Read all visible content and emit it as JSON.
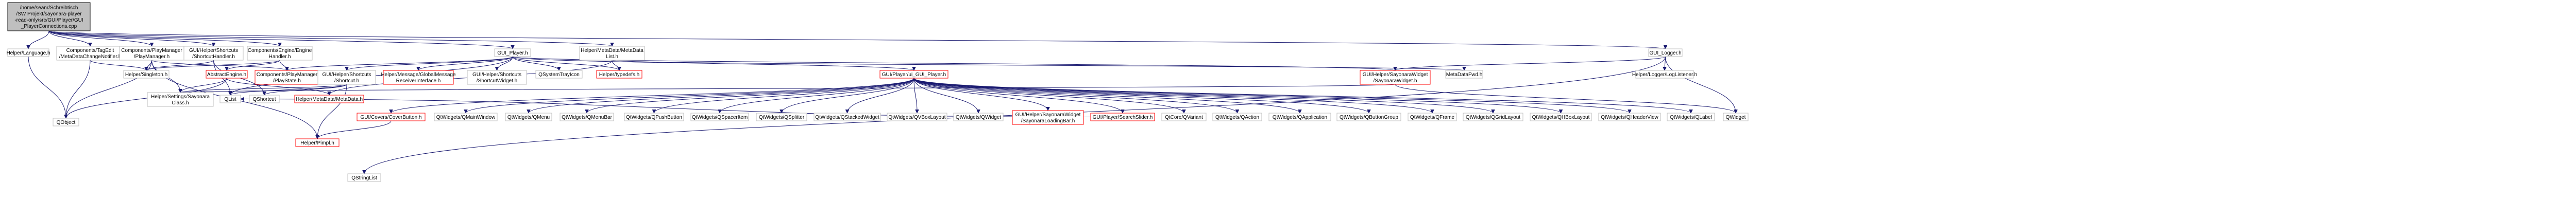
{
  "colors": {
    "edge": "#191970",
    "node_border": "#bfbfbf",
    "external_border": "#ff0000",
    "root_fill": "#bfbfbf"
  },
  "nodes": [
    {
      "id": "root",
      "lines": [
        "/home/seanr/Schreibtisch",
        "/SW Projekt/sayonara-player",
        "-read-only/src/GUI/Player/GUI",
        "_PlayerConnections.cpp"
      ],
      "kind": "root"
    },
    {
      "id": "language",
      "lines": [
        "Helper/Language.h"
      ]
    },
    {
      "id": "tagedit",
      "lines": [
        "Components/TagEdit",
        "/MetaDataChangeNotifier.h"
      ]
    },
    {
      "id": "playmanager",
      "lines": [
        "Components/PlayManager",
        "/PlayManager.h"
      ]
    },
    {
      "id": "shortcuthandler",
      "lines": [
        "GUI/Helper/Shortcuts",
        "/ShortcutHandler.h"
      ]
    },
    {
      "id": "enginehandler",
      "lines": [
        "Components/Engine/Engine",
        "Handler.h"
      ]
    },
    {
      "id": "guiplayer",
      "lines": [
        "GUI_Player.h"
      ]
    },
    {
      "id": "metadatalist",
      "lines": [
        "Helper/MetaData/MetaData",
        "List.h"
      ]
    },
    {
      "id": "guilogger",
      "lines": [
        "GUI_Logger.h"
      ]
    },
    {
      "id": "qobject",
      "lines": [
        "QObject"
      ]
    },
    {
      "id": "singleton",
      "lines": [
        "Helper/Singleton.h"
      ]
    },
    {
      "id": "abstractengine",
      "lines": [
        "AbstractEngine.h"
      ],
      "kind": "red"
    },
    {
      "id": "playstate",
      "lines": [
        "Components/PlayManager",
        "/PlayState.h"
      ],
      "kind": "red"
    },
    {
      "id": "shortcut",
      "lines": [
        "GUI/Helper/Shortcuts",
        "/Shortcut.h"
      ]
    },
    {
      "id": "messagereceiver",
      "lines": [
        "Helper/Message/GlobalMessage",
        "ReceiverInterface.h"
      ],
      "kind": "red"
    },
    {
      "id": "shortcutwidget",
      "lines": [
        "GUI/Helper/Shortcuts",
        "/ShortcutWidget.h"
      ]
    },
    {
      "id": "qsystemtrayicon",
      "lines": [
        "QSystemTrayIcon"
      ]
    },
    {
      "id": "helpertypedefs",
      "lines": [
        "Helper/typedefs.h"
      ],
      "kind": "red"
    },
    {
      "id": "uiplayer",
      "lines": [
        "GUI/Player/ui_GUI_Player.h"
      ],
      "kind": "red"
    },
    {
      "id": "sayonarawidget",
      "lines": [
        "GUI/Helper/SayonaraWidget",
        "/SayonaraWidget.h"
      ],
      "kind": "red"
    },
    {
      "id": "metadatafwd",
      "lines": [
        "MetaDataFwd.h"
      ]
    },
    {
      "id": "loglistener",
      "lines": [
        "Helper/Logger/LogListener.h"
      ]
    },
    {
      "id": "settings",
      "lines": [
        "Helper/Settings/Sayonara",
        "Class.h"
      ]
    },
    {
      "id": "qlist",
      "lines": [
        "QList"
      ]
    },
    {
      "id": "qshortcut",
      "lines": [
        "QShortcut"
      ]
    },
    {
      "id": "metadata",
      "lines": [
        "Helper/MetaData/MetaData.h"
      ],
      "kind": "red"
    },
    {
      "id": "coverbutton",
      "lines": [
        "GUI/Covers/CoverButton.h"
      ],
      "kind": "red"
    },
    {
      "id": "qmainwindow",
      "lines": [
        "QtWidgets/QMainWindow"
      ]
    },
    {
      "id": "qmenu",
      "lines": [
        "QtWidgets/QMenu"
      ]
    },
    {
      "id": "qmenubar",
      "lines": [
        "QtWidgets/QMenuBar"
      ]
    },
    {
      "id": "qpushbutton",
      "lines": [
        "QtWidgets/QPushButton"
      ]
    },
    {
      "id": "qspaceritem",
      "lines": [
        "QtWidgets/QSpacerItem"
      ]
    },
    {
      "id": "qsplitter",
      "lines": [
        "QtWidgets/QSplitter"
      ]
    },
    {
      "id": "qstackedwidget",
      "lines": [
        "QtWidgets/QStackedWidget"
      ]
    },
    {
      "id": "qvboxlayout",
      "lines": [
        "QtWidgets/QVBoxLayout"
      ]
    },
    {
      "id": "qwidget_w",
      "lines": [
        "QtWidgets/QWidget"
      ]
    },
    {
      "id": "loadingbar",
      "lines": [
        "GUI/Helper/SayonaraWidget",
        "/SayonaraLoadingBar.h"
      ],
      "kind": "red"
    },
    {
      "id": "searchslider",
      "lines": [
        "GUI/Player/SearchSlider.h"
      ],
      "kind": "red"
    },
    {
      "id": "qvariant",
      "lines": [
        "QtCore/QVariant"
      ]
    },
    {
      "id": "qaction",
      "lines": [
        "QtWidgets/QAction"
      ]
    },
    {
      "id": "qapplication",
      "lines": [
        "QtWidgets/QApplication"
      ]
    },
    {
      "id": "qbuttongroup",
      "lines": [
        "QtWidgets/QButtonGroup"
      ]
    },
    {
      "id": "qframe",
      "lines": [
        "QtWidgets/QFrame"
      ]
    },
    {
      "id": "qgridlayout",
      "lines": [
        "QtWidgets/QGridLayout"
      ]
    },
    {
      "id": "qhboxlayout",
      "lines": [
        "QtWidgets/QHBoxLayout"
      ]
    },
    {
      "id": "qheaderview",
      "lines": [
        "QtWidgets/QHeaderView"
      ]
    },
    {
      "id": "qlabel",
      "lines": [
        "QtWidgets/QLabel"
      ]
    },
    {
      "id": "qwidget",
      "lines": [
        "QWidget"
      ]
    },
    {
      "id": "helperpimpl",
      "lines": [
        "Helper/Pimpl.h"
      ],
      "kind": "red"
    },
    {
      "id": "qstringlist",
      "lines": [
        "QStringList"
      ]
    }
  ],
  "edges": [
    [
      "root",
      "language"
    ],
    [
      "root",
      "tagedit"
    ],
    [
      "root",
      "playmanager"
    ],
    [
      "root",
      "shortcuthandler"
    ],
    [
      "root",
      "enginehandler"
    ],
    [
      "root",
      "guiplayer"
    ],
    [
      "root",
      "metadatalist"
    ],
    [
      "root",
      "guilogger"
    ],
    [
      "language",
      "qobject"
    ],
    [
      "tagedit",
      "qobject"
    ],
    [
      "tagedit",
      "singleton"
    ],
    [
      "playmanager",
      "qobject"
    ],
    [
      "playmanager",
      "singleton"
    ],
    [
      "playmanager",
      "playstate"
    ],
    [
      "playmanager",
      "settings"
    ],
    [
      "playmanager",
      "helperpimpl"
    ],
    [
      "shortcuthandler",
      "singleton"
    ],
    [
      "shortcuthandler",
      "qlist"
    ],
    [
      "shortcuthandler",
      "qshortcut"
    ],
    [
      "enginehandler",
      "singleton"
    ],
    [
      "enginehandler",
      "abstractengine"
    ],
    [
      "enginehandler",
      "playstate"
    ],
    [
      "abstractengine",
      "qobject"
    ],
    [
      "abstractengine",
      "settings"
    ],
    [
      "abstractengine",
      "metadata"
    ],
    [
      "shortcut",
      "qlist"
    ],
    [
      "shortcut",
      "qshortcut"
    ],
    [
      "shortcut",
      "settings"
    ],
    [
      "shortcut",
      "helperpimpl"
    ],
    [
      "guiplayer",
      "shortcut"
    ],
    [
      "guiplayer",
      "messagereceiver"
    ],
    [
      "guiplayer",
      "shortcutwidget"
    ],
    [
      "guiplayer",
      "qsystemtrayicon"
    ],
    [
      "guiplayer",
      "helpertypedefs"
    ],
    [
      "guiplayer",
      "uiplayer"
    ],
    [
      "guiplayer",
      "sayonarawidget"
    ],
    [
      "guiplayer",
      "playstate"
    ],
    [
      "guiplayer",
      "qlist"
    ],
    [
      "metadatalist",
      "metadata"
    ],
    [
      "metadatalist",
      "metadatafwd"
    ],
    [
      "metadatalist",
      "helpertypedefs"
    ],
    [
      "guilogger",
      "loglistener"
    ],
    [
      "guilogger",
      "sayonarawidget"
    ],
    [
      "guilogger",
      "qstringlist"
    ],
    [
      "guilogger",
      "qwidget"
    ],
    [
      "uiplayer",
      "coverbutton"
    ],
    [
      "uiplayer",
      "qmainwindow"
    ],
    [
      "uiplayer",
      "qmenu"
    ],
    [
      "uiplayer",
      "qmenubar"
    ],
    [
      "uiplayer",
      "qpushbutton"
    ],
    [
      "uiplayer",
      "qspaceritem"
    ],
    [
      "uiplayer",
      "qsplitter"
    ],
    [
      "uiplayer",
      "qstackedwidget"
    ],
    [
      "uiplayer",
      "qvboxlayout"
    ],
    [
      "uiplayer",
      "qwidget_w"
    ],
    [
      "uiplayer",
      "loadingbar"
    ],
    [
      "uiplayer",
      "searchslider"
    ],
    [
      "uiplayer",
      "qvariant"
    ],
    [
      "uiplayer",
      "qaction"
    ],
    [
      "uiplayer",
      "qapplication"
    ],
    [
      "uiplayer",
      "qbuttongroup"
    ],
    [
      "uiplayer",
      "qframe"
    ],
    [
      "uiplayer",
      "qgridlayout"
    ],
    [
      "uiplayer",
      "qhboxlayout"
    ],
    [
      "uiplayer",
      "qheaderview"
    ],
    [
      "uiplayer",
      "qlabel"
    ],
    [
      "sayonarawidget",
      "qwidget"
    ],
    [
      "sayonarawidget",
      "settings"
    ],
    [
      "coverbutton",
      "helperpimpl"
    ],
    [
      "searchslider",
      "qlist"
    ]
  ]
}
